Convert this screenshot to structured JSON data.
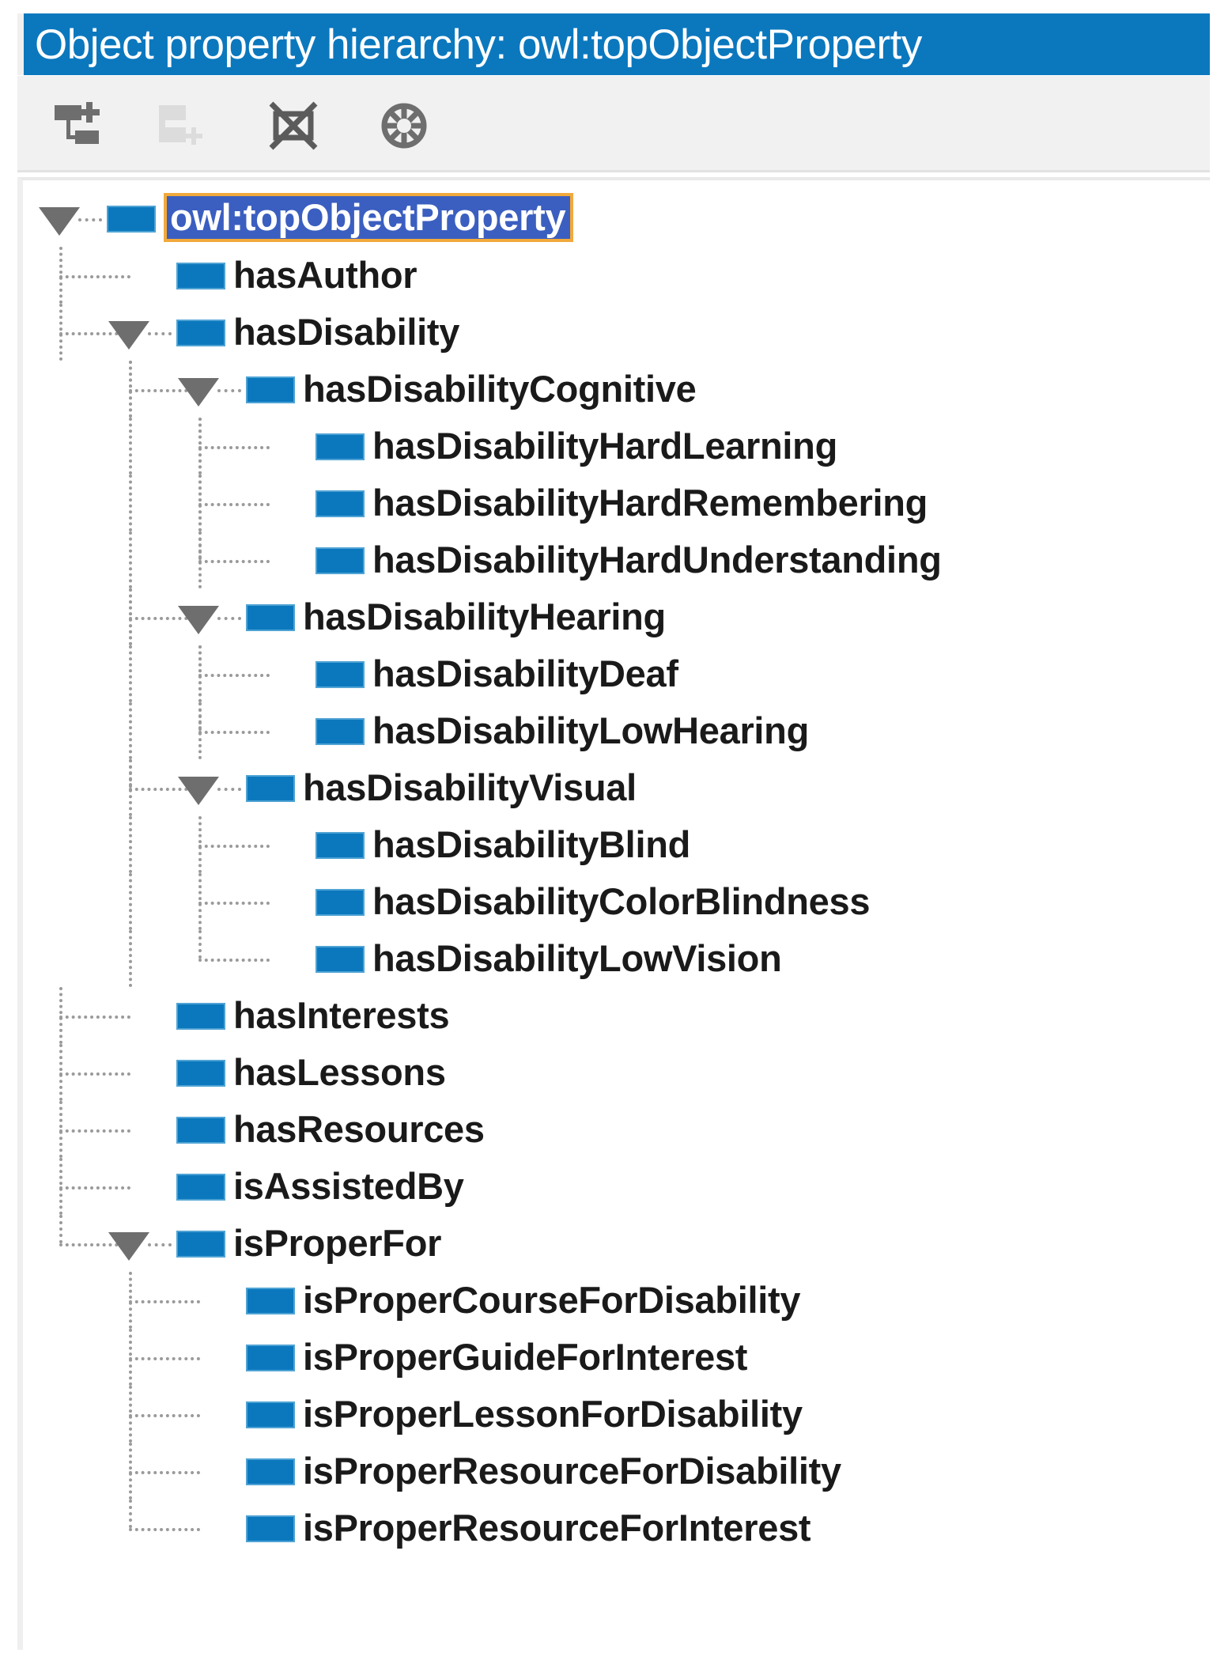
{
  "panel": {
    "title": "Object property hierarchy: owl:topObjectProperty",
    "title_bar_color": "#0B78BE",
    "title_text_color": "#FFFFFF",
    "property_icon_color": "#0B78BE",
    "selection_bg_color": "#3B5FC0",
    "selection_border_color": "#F2A93B"
  },
  "toolbar": {
    "buttons": [
      {
        "name": "add-sub-property-icon",
        "label": "Add sub property",
        "enabled": true
      },
      {
        "name": "add-sibling-property-icon",
        "label": "Add sibling property",
        "enabled": false
      },
      {
        "name": "delete-property-icon",
        "label": "Delete selected property",
        "enabled": true
      },
      {
        "name": "property-chain-icon",
        "label": "Add property chain",
        "enabled": true
      }
    ]
  },
  "tree": {
    "nodes": [
      {
        "label": "owl:topObjectProperty",
        "depth": 0,
        "expanded": true,
        "selected": true,
        "last": false
      },
      {
        "label": "hasAuthor",
        "depth": 1,
        "expanded": false,
        "selected": false,
        "last": false
      },
      {
        "label": "hasDisability",
        "depth": 1,
        "expanded": true,
        "selected": false,
        "last": false
      },
      {
        "label": "hasDisabilityCognitive",
        "depth": 2,
        "expanded": true,
        "selected": false,
        "last": false
      },
      {
        "label": "hasDisabilityHardLearning",
        "depth": 3,
        "expanded": false,
        "selected": false,
        "last": false
      },
      {
        "label": "hasDisabilityHardRemembering",
        "depth": 3,
        "expanded": false,
        "selected": false,
        "last": false
      },
      {
        "label": "hasDisabilityHardUnderstanding",
        "depth": 3,
        "expanded": false,
        "selected": false,
        "last": true
      },
      {
        "label": "hasDisabilityHearing",
        "depth": 2,
        "expanded": true,
        "selected": false,
        "last": false
      },
      {
        "label": "hasDisabilityDeaf",
        "depth": 3,
        "expanded": false,
        "selected": false,
        "last": false
      },
      {
        "label": "hasDisabilityLowHearing",
        "depth": 3,
        "expanded": false,
        "selected": false,
        "last": true
      },
      {
        "label": "hasDisabilityVisual",
        "depth": 2,
        "expanded": true,
        "selected": false,
        "last": true
      },
      {
        "label": "hasDisabilityBlind",
        "depth": 3,
        "expanded": false,
        "selected": false,
        "last": false
      },
      {
        "label": "hasDisabilityColorBlindness",
        "depth": 3,
        "expanded": false,
        "selected": false,
        "last": false
      },
      {
        "label": "hasDisabilityLowVision",
        "depth": 3,
        "expanded": false,
        "selected": false,
        "last": true
      },
      {
        "label": "hasInterests",
        "depth": 1,
        "expanded": false,
        "selected": false,
        "last": false
      },
      {
        "label": "hasLessons",
        "depth": 1,
        "expanded": false,
        "selected": false,
        "last": false
      },
      {
        "label": "hasResources",
        "depth": 1,
        "expanded": false,
        "selected": false,
        "last": false
      },
      {
        "label": "isAssistedBy",
        "depth": 1,
        "expanded": false,
        "selected": false,
        "last": false
      },
      {
        "label": "isProperFor",
        "depth": 1,
        "expanded": true,
        "selected": false,
        "last": true
      },
      {
        "label": "isProperCourseForDisability",
        "depth": 2,
        "expanded": false,
        "selected": false,
        "last": false
      },
      {
        "label": "isProperGuideForInterest",
        "depth": 2,
        "expanded": false,
        "selected": false,
        "last": false
      },
      {
        "label": "isProperLessonForDisability",
        "depth": 2,
        "expanded": false,
        "selected": false,
        "last": false
      },
      {
        "label": "isProperResourceForDisability",
        "depth": 2,
        "expanded": false,
        "selected": false,
        "last": false
      },
      {
        "label": "isProperResourceForInterest",
        "depth": 2,
        "expanded": false,
        "selected": false,
        "last": true
      }
    ]
  }
}
